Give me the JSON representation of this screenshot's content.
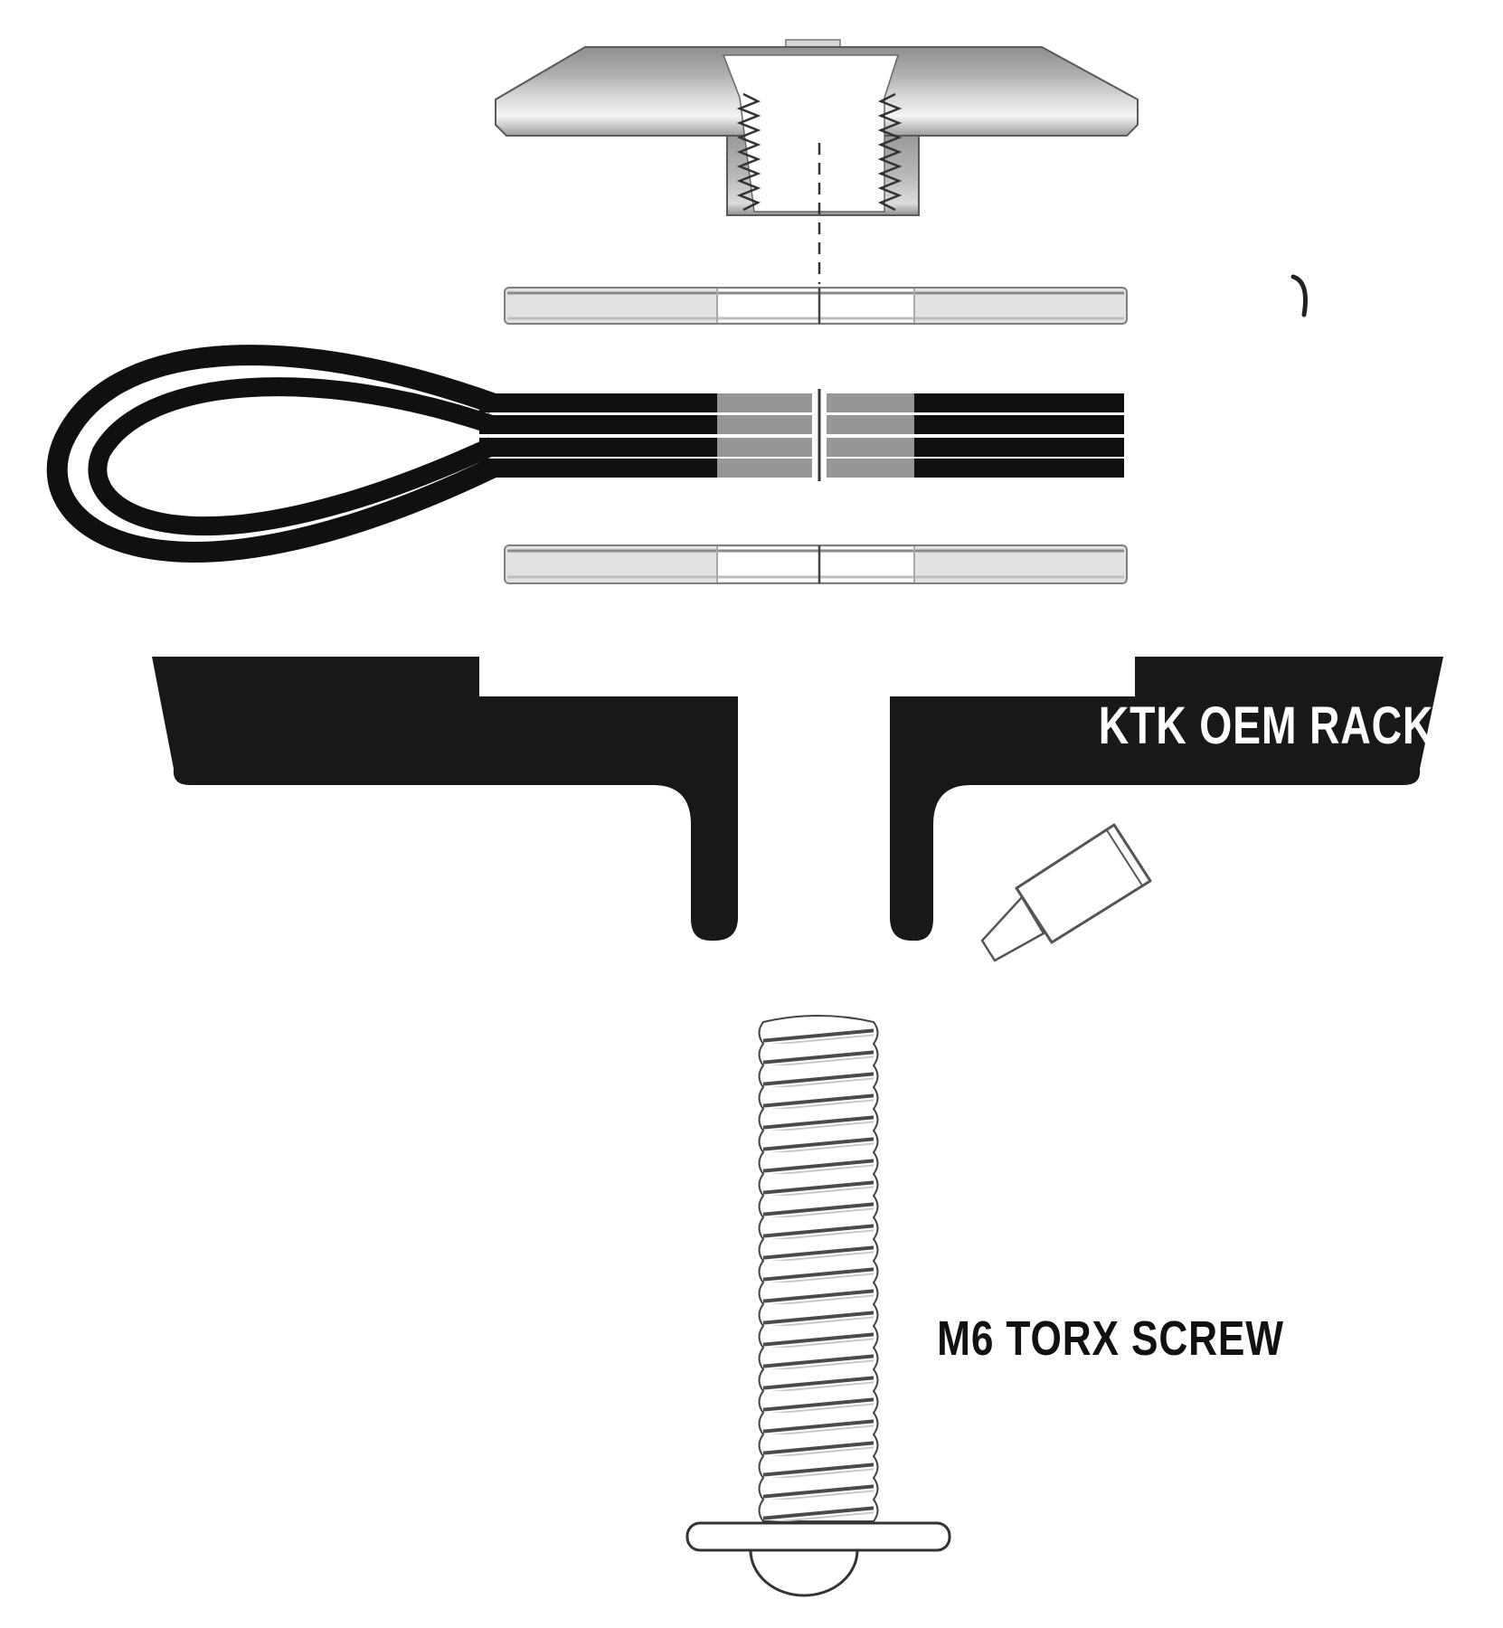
{
  "diagram": {
    "kind": "exploded-assembly-diagram",
    "labels": {
      "rack": "KTK OEM RACK",
      "screw": "M6 TORX SCREW"
    },
    "parts": [
      {
        "name": "t-slot-nut"
      },
      {
        "name": "washer-top"
      },
      {
        "name": "strap-loop"
      },
      {
        "name": "washer-bottom"
      },
      {
        "name": "rack-plate-left"
      },
      {
        "name": "rack-plate-right",
        "label": "KTK OEM RACK"
      },
      {
        "name": "glue-tube"
      },
      {
        "name": "torx-screw",
        "label": "M6 TORX SCREW"
      }
    ]
  },
  "colors": {
    "background": "#ffffff",
    "plate_black": "#181818",
    "strap_black": "#101010",
    "strap_clamped_gray": "#969696",
    "washer_gray": "#e2e2e2",
    "metal_dark": "#909090",
    "metal_light": "#f4f4f4",
    "outline": "#444444",
    "rack_label_white": "#ffffff",
    "screw_label_black": "#111111"
  }
}
